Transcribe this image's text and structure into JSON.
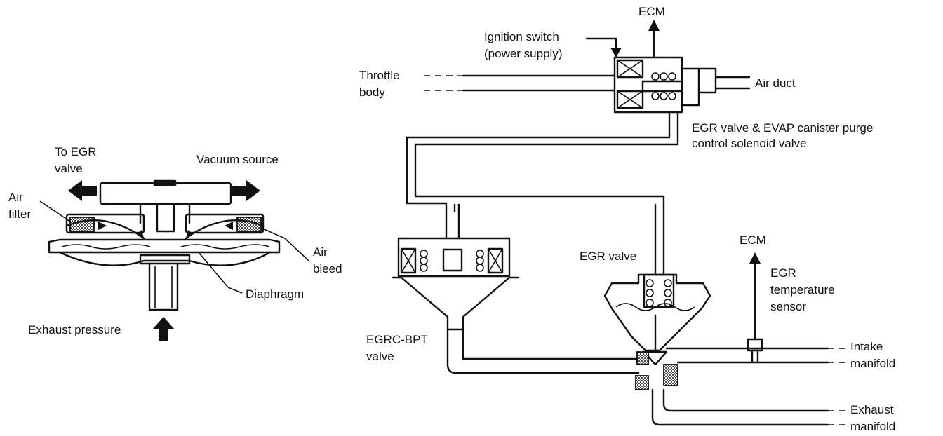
{
  "labels": {
    "to_egr_valve_1": "To EGR",
    "to_egr_valve_2": "valve",
    "vacuum_source": "Vacuum source",
    "air_filter_1": "Air",
    "air_filter_2": "filter",
    "air_bleed_1": "Air",
    "air_bleed_2": "bleed",
    "diaphragm": "Diaphragm",
    "exhaust_pressure": "Exhaust pressure",
    "ecm_top": "ECM",
    "ignition_switch_1": "Ignition switch",
    "ignition_switch_2": "(power supply)",
    "throttle_body_1": "Throttle",
    "throttle_body_2": "body",
    "air_duct": "Air duct",
    "solenoid_1": "EGR valve & EVAP canister purge",
    "solenoid_2": "control solenoid valve",
    "egr_valve": "EGR valve",
    "ecm_right": "ECM",
    "egr_temp_1": "EGR",
    "egr_temp_2": "temperature",
    "egr_temp_3": "sensor",
    "egrc_bpt_1": "EGRC-BPT",
    "egrc_bpt_2": "valve",
    "intake_manifold_1": "Intake",
    "intake_manifold_2": "manifold",
    "exhaust_manifold_1": "Exhaust",
    "exhaust_manifold_2": "manifold"
  }
}
